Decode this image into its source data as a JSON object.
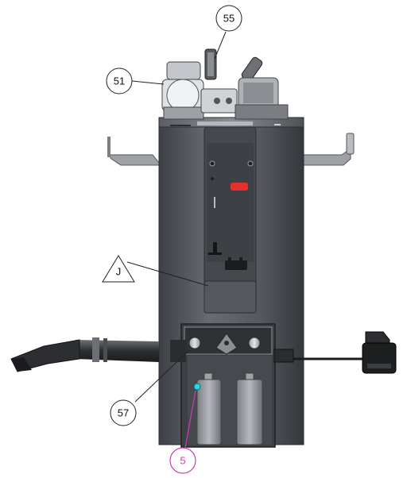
{
  "callouts": {
    "c51": "51",
    "c55": "55",
    "cJ": "J",
    "c57": "57",
    "c5": "5"
  },
  "colors": {
    "callout_default": "#222222",
    "callout_highlight": "#d23ab5",
    "body_dark": "#4a4d52",
    "body_mid": "#5c6066",
    "panel": "#3a3d42",
    "red_indicator": "#e3302a",
    "cyan_dot": "#2fd3e8"
  },
  "icons": {
    "vacuum_hose": "vacuum-hose-icon",
    "steam_gun": "steam-gun-icon"
  }
}
